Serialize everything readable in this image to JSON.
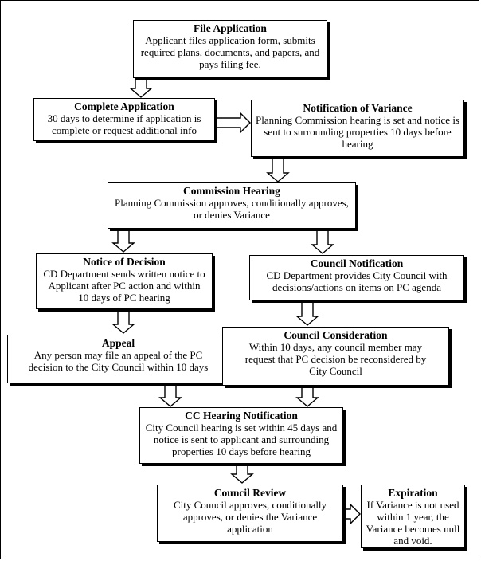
{
  "boxes": {
    "file_application": {
      "title": "File Application",
      "body": "Applicant files application form, submits\nrequired plans, documents, and papers, and\npays filing fee."
    },
    "complete_application": {
      "title": "Complete Application",
      "body": "30 days to determine if application is\ncomplete or request additional info"
    },
    "notification_of_variance": {
      "title": "Notification of Variance",
      "body": "Planning Commission hearing is set and notice is\nsent to surrounding properties 10 days before\nhearing"
    },
    "commission_hearing": {
      "title": "Commission Hearing",
      "body": "Planning Commission approves, conditionally approves,\nor denies Variance"
    },
    "notice_of_decision": {
      "title": "Notice of Decision",
      "body": "CD Department sends written notice to\nApplicant after PC action and within\n10 days of PC hearing"
    },
    "council_notification": {
      "title": "Council Notification",
      "body": "CD Department provides City Council with\ndecisions/actions on items on PC agenda"
    },
    "appeal": {
      "title": "Appeal",
      "body": "Any person may file an appeal of the PC\ndecision to the City Council within 10 days"
    },
    "council_consideration": {
      "title": "Council Consideration",
      "body": "Within 10 days, any council member may\nrequest that PC decision be reconsidered by\nCity Council"
    },
    "cc_hearing_notification": {
      "title": "CC Hearing Notification",
      "body": "City Council hearing is set within 45 days and\nnotice is sent to applicant and surrounding\nproperties 10 days before hearing"
    },
    "council_review": {
      "title": "Council Review",
      "body": "City Council approves, conditionally\napproves, or denies the Variance\napplication"
    },
    "expiration": {
      "title": "Expiration",
      "body": "If Variance is not used\nwithin 1 year, the\nVariance becomes null\nand void."
    }
  }
}
